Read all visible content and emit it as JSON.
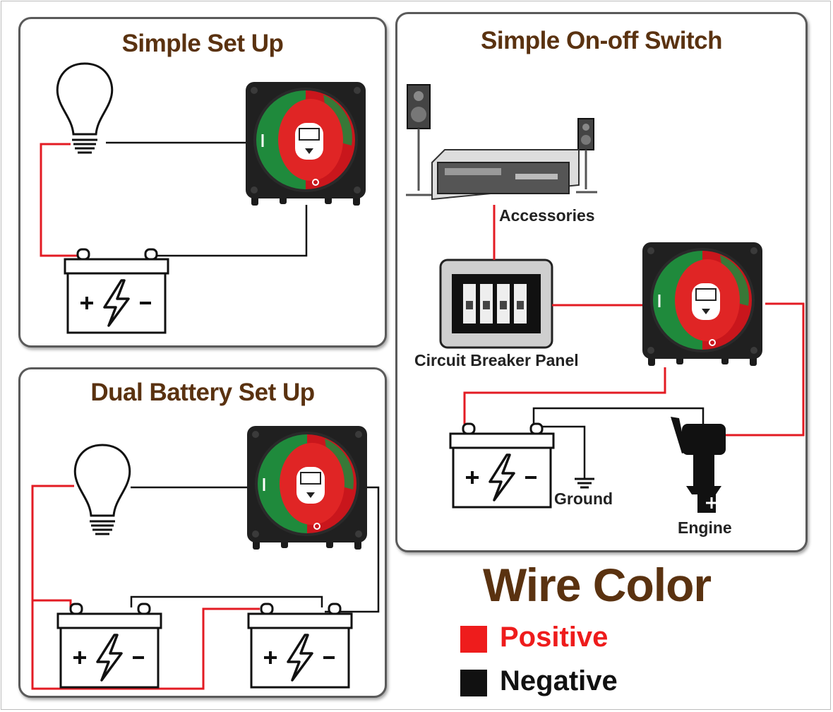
{
  "panels": {
    "simple_setup": {
      "title": "Simple Set Up"
    },
    "dual_battery": {
      "title": "Dual Battery Set Up"
    },
    "on_off": {
      "title": "Simple On-off Switch"
    }
  },
  "labels": {
    "accessories": "Accessories",
    "circuit_breaker": "Circuit Breaker Panel",
    "ground": "Ground",
    "engine": "Engine"
  },
  "switch_marks": {
    "on": "ON",
    "off": "OFF"
  },
  "battery_marks": {
    "plus": "+",
    "minus": "−"
  },
  "legend": {
    "title": "Wire Color",
    "positive": {
      "label": "Positive",
      "color": "#ee1c1c"
    },
    "negative": {
      "label": "Negative",
      "color": "#111111"
    }
  },
  "colors": {
    "brand_brown": "#5a3210",
    "wire_positive": "#e31b23",
    "wire_negative": "#111111"
  }
}
